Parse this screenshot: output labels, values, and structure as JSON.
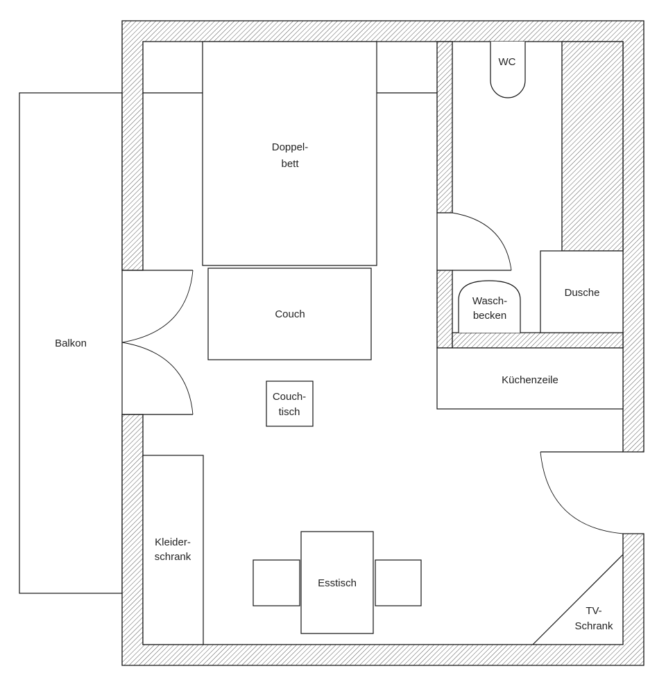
{
  "rooms": {
    "balkon": "Balkon",
    "wc": "WC",
    "dusche": "Dusche",
    "kuechenzeile": "Küchenzeile",
    "tv_schrank": [
      "TV-",
      "Schrank"
    ]
  },
  "furniture": {
    "doppelbett": [
      "Doppel-",
      "bett"
    ],
    "couch": "Couch",
    "couchtisch": [
      "Couch-",
      "tisch"
    ],
    "waschbecken": [
      "Wasch-",
      "becken"
    ],
    "kleiderschrank": [
      "Kleider-",
      "schrank"
    ],
    "esstisch": "Esstisch"
  }
}
